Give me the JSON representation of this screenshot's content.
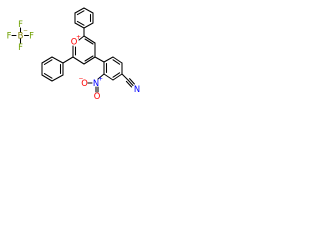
{
  "labels": {
    "fluorine": "F",
    "boron": "B",
    "oxygen": "O",
    "nitrogen": "N",
    "plus_charge": "+",
    "minus_charge": "−",
    "cation_plus": "+"
  },
  "colors": {
    "bond": "#000000",
    "oxygen": "#ff0000",
    "nitrogen": "#0000ff",
    "boron": "#7f7f00",
    "fluorine": "#6ea000"
  }
}
